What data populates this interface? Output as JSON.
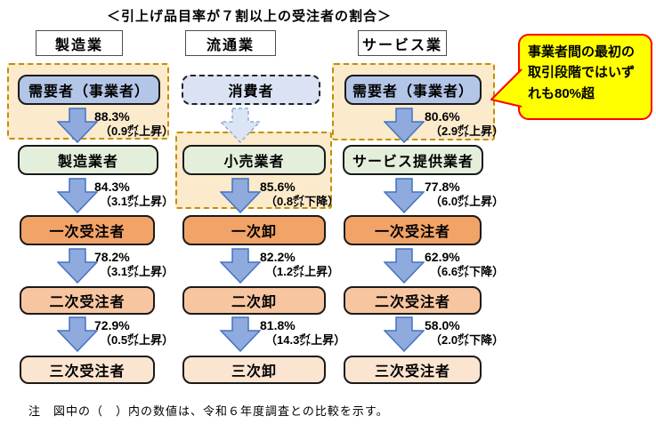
{
  "title": "＜引上げ品目率が７割以上の受注者の割合＞",
  "note": "注　図中の（　）内の数値は、令和６年度調査との比較を示す。",
  "callout": {
    "text": "事業者間の最初の取引段階ではいずれも80%超"
  },
  "palette": {
    "demander_box": "#B4C6E7",
    "consumer_box": "#DAE2F3",
    "supplier_box": "#E3EFDB",
    "tier1_box": "#F1A368",
    "tier2_box": "#F7C6A1",
    "tier3_box": "#FBE4D0",
    "highlight_bg": "#FBEACB",
    "highlight_border": "#BF9000",
    "arrow_fill": "#8FAADC",
    "arrow_border": "#4472C4",
    "callout_bg": "#FFFF00",
    "callout_border": "#FF0000"
  },
  "columns": [
    {
      "header": "製造業",
      "nodes": [
        {
          "label": "需要者（事業者）"
        },
        {
          "label": "製造業者"
        },
        {
          "label": "一次受注者"
        },
        {
          "label": "二次受注者"
        },
        {
          "label": "三次受注者"
        }
      ],
      "arrows": [
        {
          "rate": "88.3%",
          "change": "（0.9㌽上昇）"
        },
        {
          "rate": "84.3%",
          "change": "（3.1㌽上昇）"
        },
        {
          "rate": "78.2%",
          "change": "（3.1㌽上昇）"
        },
        {
          "rate": "72.9%",
          "change": "（0.5㌽上昇）"
        }
      ]
    },
    {
      "header": "流通業",
      "nodes": [
        {
          "label": "消費者"
        },
        {
          "label": "小売業者"
        },
        {
          "label": "一次卸"
        },
        {
          "label": "二次卸"
        },
        {
          "label": "三次卸"
        }
      ],
      "arrows": [
        {
          "rate": "",
          "change": ""
        },
        {
          "rate": "85.6%",
          "change": "（0.8㌽下降）"
        },
        {
          "rate": "82.2%",
          "change": "（1.2㌽上昇）"
        },
        {
          "rate": "81.8%",
          "change": "（14.3㌽上昇）"
        }
      ]
    },
    {
      "header": "サービス業",
      "nodes": [
        {
          "label": "需要者（事業者）"
        },
        {
          "label": "サービス提供業者"
        },
        {
          "label": "一次受注者"
        },
        {
          "label": "二次受注者"
        },
        {
          "label": "三次受注者"
        }
      ],
      "arrows": [
        {
          "rate": "80.6%",
          "change": "（2.9㌽上昇）"
        },
        {
          "rate": "77.8%",
          "change": "（6.0㌽上昇）"
        },
        {
          "rate": "62.9%",
          "change": "（6.6㌽下降）"
        },
        {
          "rate": "58.0%",
          "change": "（2.0㌽下降）"
        }
      ]
    }
  ]
}
